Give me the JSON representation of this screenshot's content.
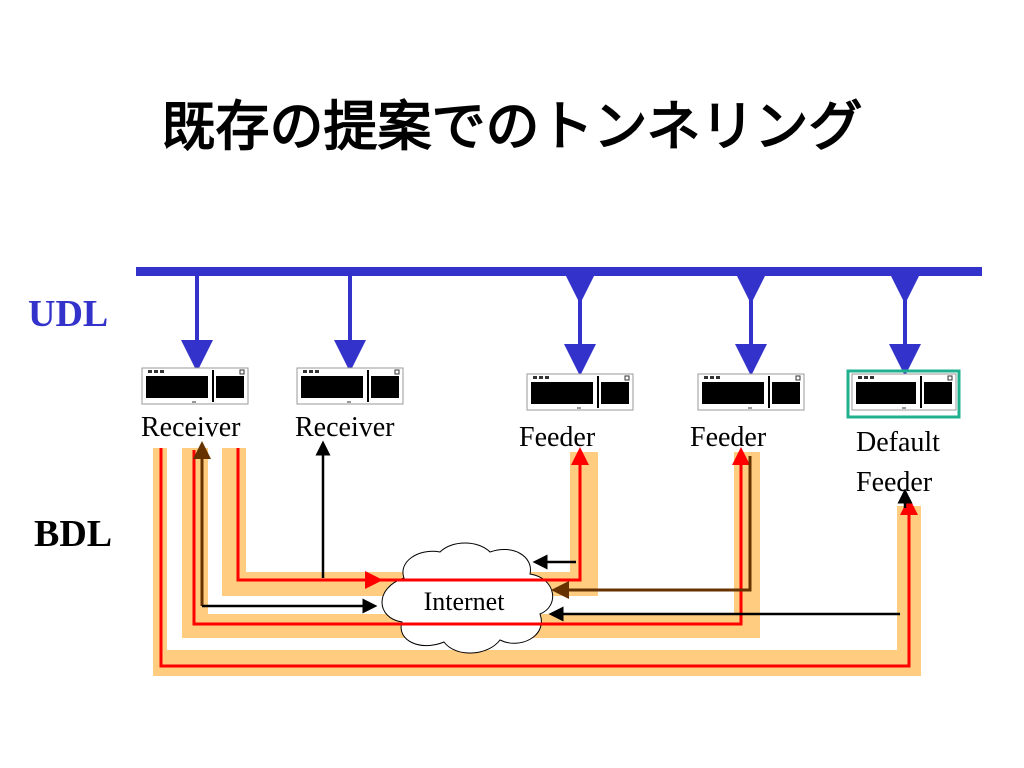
{
  "title": "既存の提案でのトンネリング",
  "labels": {
    "udl": "UDL",
    "bdl": "BDL"
  },
  "nodes": [
    {
      "id": "receiver-1",
      "label": "Receiver"
    },
    {
      "id": "receiver-2",
      "label": "Receiver"
    },
    {
      "id": "feeder-1",
      "label": "Feeder"
    },
    {
      "id": "feeder-2",
      "label": "Feeder"
    },
    {
      "id": "default-feeder",
      "label_line1": "Default",
      "label_line2": "Feeder"
    }
  ],
  "internet": {
    "label": "Internet"
  },
  "colors": {
    "udl_bus": "#3333cc",
    "tunnel_highlight": "#ffcc80",
    "tunnel_path": "#ff0000",
    "reverse_path": "#663300",
    "plain_arrow": "#000000",
    "default_feeder_box": "#20b090"
  }
}
